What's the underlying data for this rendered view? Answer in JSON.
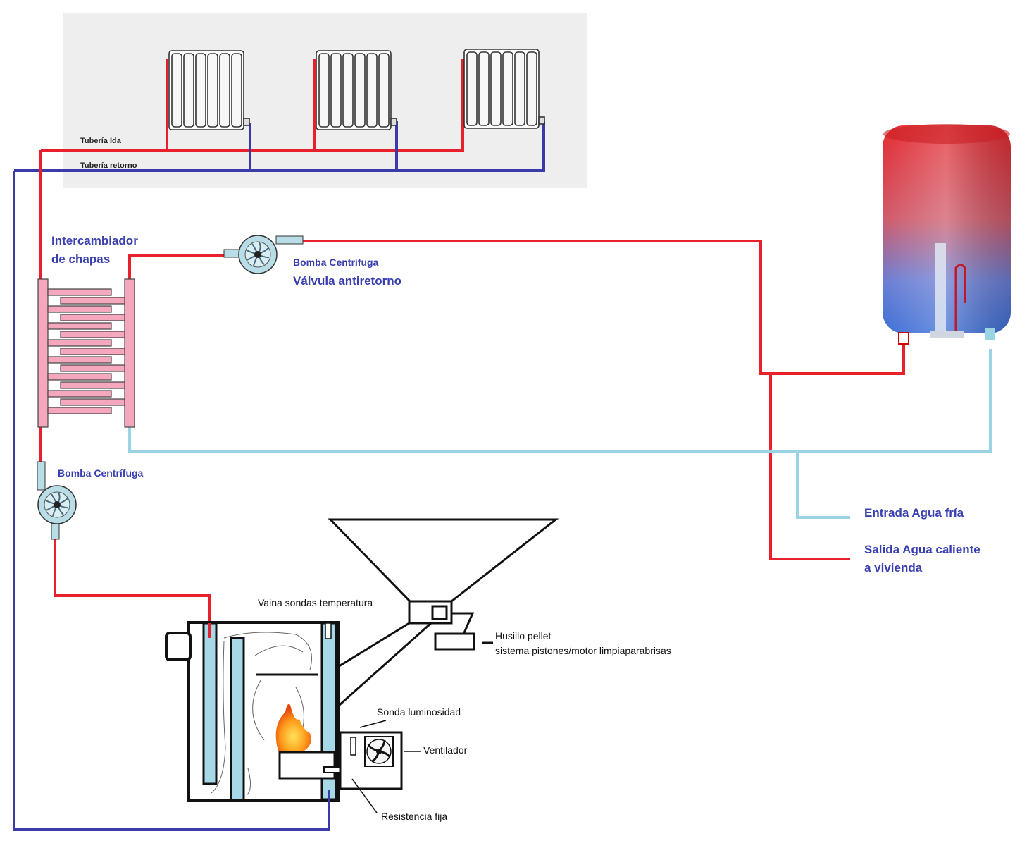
{
  "colors": {
    "hot_pipe": "#e8202c",
    "return_pipe": "#3a3aa8",
    "cold_pipe": "#9ad4e4",
    "exchanger": "#f4a7bd",
    "label_blue": "#3a3fb0",
    "panel_bg": "#eeeeee",
    "water_jacket": "#a6d8e8"
  },
  "radiator_panel": {
    "supply_label": "Tubería Ida",
    "return_label": "Tubería retorno"
  },
  "exchanger": {
    "label_line1": "Intercambiador",
    "label_line2": "de chapas"
  },
  "pumps": {
    "top_label": "Bomba Centrífuga",
    "top_valve_label": "Válvula antiretorno",
    "bottom_label": "Bomba Centrífuga"
  },
  "boiler_tank": {
    "cold_inlet_label": "Entrada Agua fría",
    "hot_outlet_line1": "Salida Agua caliente",
    "hot_outlet_line2": "a vivienda"
  },
  "stove": {
    "probe_sleeve_label": "Vaina sondas temperatura",
    "auger_label_line1": "Husillo pellet",
    "auger_label_line2": "sistema pistones/motor limpiaparabrisas",
    "light_sensor_label": "Sonda luminosidad",
    "fan_label": "Ventilador",
    "resistor_label": "Resistencia fija"
  },
  "icons": [
    "radiator-icon",
    "pump-icon",
    "fan-icon",
    "flame-icon",
    "water-heater-icon"
  ]
}
